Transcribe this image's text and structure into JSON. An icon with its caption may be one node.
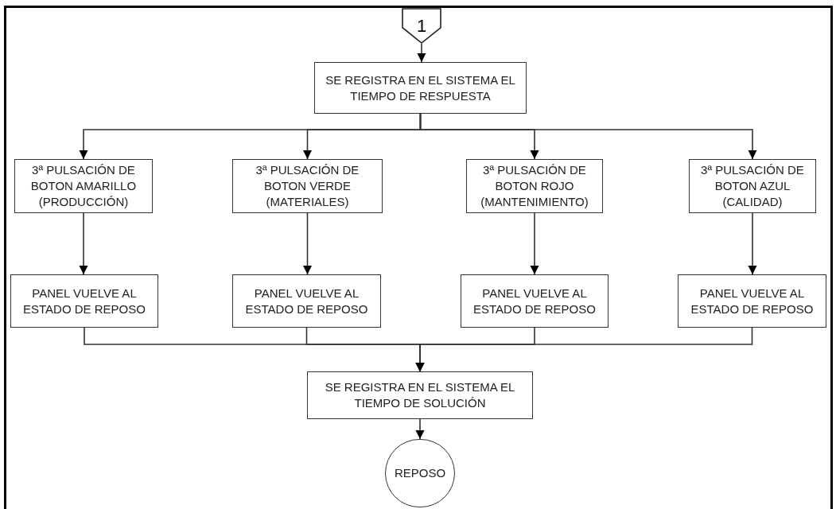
{
  "diagram": {
    "nodes": [
      {
        "text": [
          "1"
        ]
      },
      {
        "text": [
          "SE REGISTRA EN EL SISTEMA EL TIEMPO DE RESPUESTA"
        ]
      },
      {
        "text": [
          "3ª PULSACIÓN DE BOTON AMARILLO (PRODUCCIÓN)"
        ]
      },
      {
        "text": [
          "3ª PULSACIÓN DE BOTON VERDE (MATERIALES)"
        ]
      },
      {
        "text": [
          "3ª PULSACIÓN DE BOTON ROJO (MANTENIMIENTO)"
        ]
      },
      {
        "text": [
          "3ª PULSACIÓN DE BOTON AZUL (CALIDAD)"
        ]
      },
      {
        "text": [
          "PANEL VUELVE AL ESTADO DE REPOSO"
        ]
      },
      {
        "text": [
          "PANEL VUELVE AL ESTADO DE REPOSO"
        ]
      },
      {
        "text": [
          "PANEL VUELVE AL ESTADO DE REPOSO"
        ]
      },
      {
        "text": [
          "PANEL VUELVE AL ESTADO DE REPOSO"
        ]
      },
      {
        "text": [
          "SE REGISTRA EN EL SISTEMA EL TIEMPO DE SOLUCIÓN"
        ]
      },
      {
        "text": [
          "REPOSO"
        ]
      }
    ],
    "edges": [
      {
        "from": 0,
        "to": 1,
        "arrow": "to"
      },
      {
        "from": 1,
        "to": 2,
        "arrow": "to"
      },
      {
        "from": 1,
        "to": 3,
        "arrow": "to"
      },
      {
        "from": 1,
        "to": 4,
        "arrow": "to"
      },
      {
        "from": 1,
        "to": 5,
        "arrow": "to"
      },
      {
        "from": 2,
        "to": 6,
        "arrow": "to"
      },
      {
        "from": 3,
        "to": 7,
        "arrow": "to"
      },
      {
        "from": 4,
        "to": 8,
        "arrow": "to"
      },
      {
        "from": 5,
        "to": 9,
        "arrow": "to"
      },
      {
        "from": 6,
        "to": 10,
        "arrow": "to"
      },
      {
        "from": 7,
        "to": 10,
        "arrow": "to"
      },
      {
        "from": 8,
        "to": 10,
        "arrow": "to"
      },
      {
        "from": 9,
        "to": 10,
        "arrow": "to"
      },
      {
        "from": 10,
        "to": 11,
        "arrow": "to"
      }
    ]
  }
}
